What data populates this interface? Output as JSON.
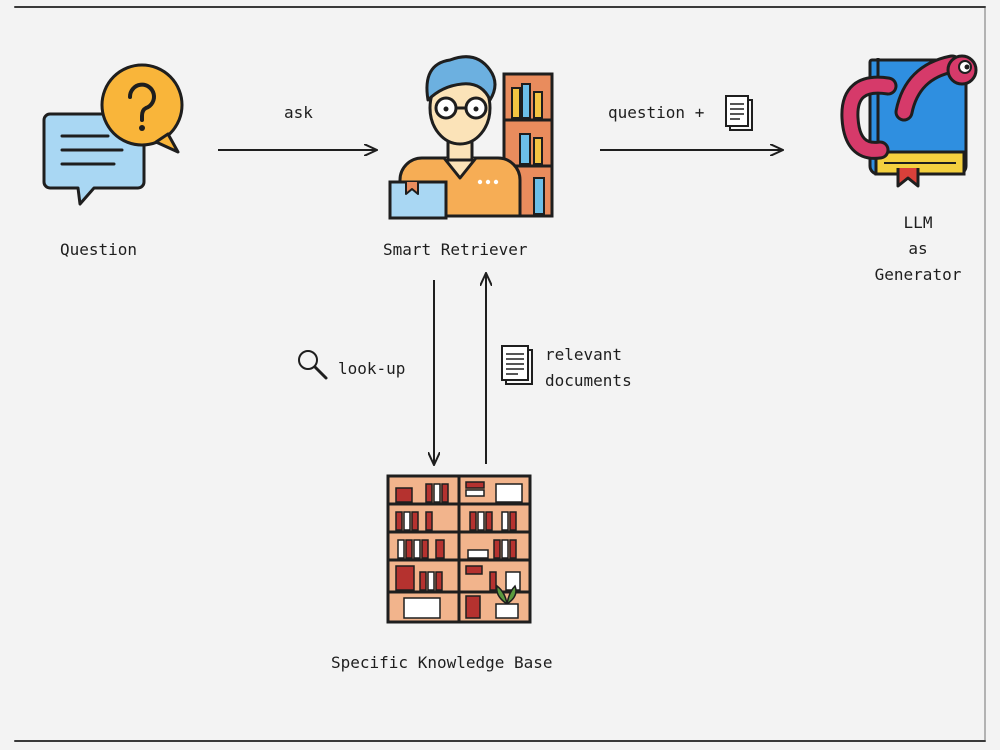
{
  "nodes": {
    "question": {
      "label": "Question"
    },
    "retriever": {
      "label": "Smart Retriever"
    },
    "llm": {
      "line1": "LLM",
      "line2": "as",
      "line3": "Generator"
    },
    "knowledge_base": {
      "label": "Specific Knowledge Base"
    }
  },
  "edges": {
    "ask": "ask",
    "question_plus": "question +",
    "lookup": "look-up",
    "relevant_line1": "relevant",
    "relevant_line2": "documents"
  }
}
